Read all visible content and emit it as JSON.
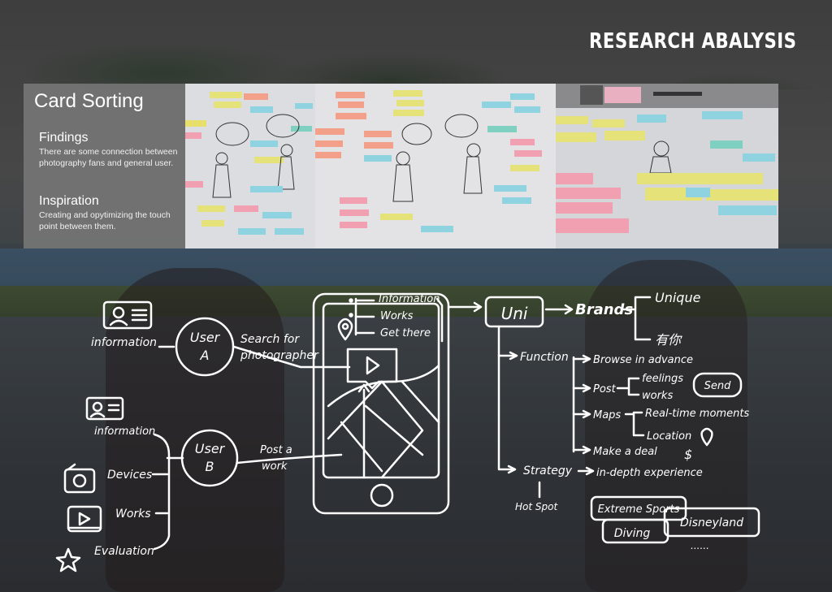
{
  "header": {
    "title": "RESEARCH ABALYSIS"
  },
  "card_sorting": {
    "title": "Card Sorting",
    "findings_heading": "Findings",
    "findings_text": "There are some connection between photography fans and general user.",
    "inspiration_heading": "Inspiration",
    "inspiration_text": "Creating and opytimizing the touch point between them."
  },
  "diagram": {
    "user_a": {
      "line1": "User",
      "line2": "A"
    },
    "user_b": {
      "line1": "User",
      "line2": "B"
    },
    "information_a": "information",
    "information_b": "information",
    "search_line1": "Search for",
    "search_line2": "photographer",
    "post_line1": "Post a",
    "post_line2": "work",
    "devices": "Devices",
    "works_left": "Works",
    "evaluation": "Evaluation",
    "phone_items": [
      "Information",
      "Works",
      "Get there"
    ],
    "uni": "Uni",
    "brands": "Brands",
    "unique": "Unique",
    "youni": "有你",
    "function": "Function",
    "browse": "Browse in advance",
    "post": "Post",
    "feelings": "feelings",
    "works_branch": "works",
    "send": "Send",
    "maps": "Maps",
    "realtime": "Real-time moments",
    "location": "Location",
    "deal": "Make a deal",
    "dollar": "$",
    "strategy": "Strategy",
    "indepth": "in-depth experience",
    "hotspot": "Hot Spot",
    "extreme": "Extreme Sports",
    "disneyland": "Disneyland",
    "diving": "Diving",
    "ellipsis": "......"
  }
}
